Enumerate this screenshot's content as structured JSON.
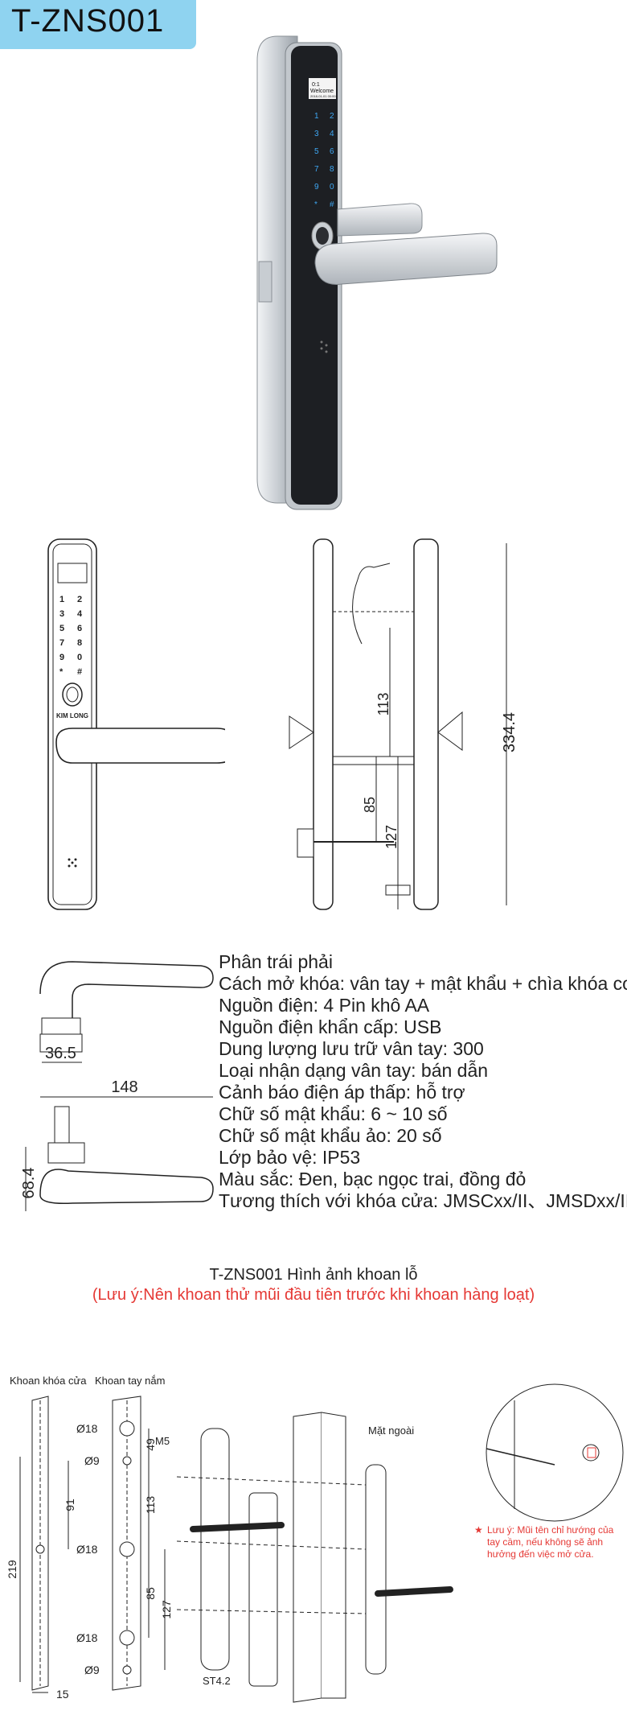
{
  "model_badge": "T-ZNS001",
  "lock_screen": {
    "line1": "0:1",
    "line2": "Welcome",
    "line3": "2018-01-01 00:00"
  },
  "keypad": [
    "1",
    "2",
    "3",
    "4",
    "5",
    "6",
    "7",
    "8",
    "9",
    "0",
    "*",
    "#"
  ],
  "brand_mark": "KIM LONG",
  "dimensions_side": {
    "d113": "113",
    "d85": "85",
    "d127": "127",
    "d334": "334.4"
  },
  "dimensions_handle": {
    "d36": "36.5",
    "d148": "148",
    "d68": "68.4"
  },
  "specs": [
    "Phân trái phải",
    "Cách mở khóa: vân tay + mật khẩu + chìa khóa cơ",
    "Nguồn điện: 4 Pin khô AA",
    "Nguồn điện khẩn cấp: USB",
    "Dung lượng lưu trữ vân tay: 300",
    "Loại nhận dạng vân tay: bán dẫn",
    "Cảnh báo điện áp thấp: hỗ trợ",
    "Chữ số mật khẩu: 6 ~ 10 số",
    "Chữ số mật khẩu ảo: 20 số",
    "Lớp bảo vệ: IP53",
    "Màu sắc: Đen, bạc ngọc trai, đồng đỏ",
    "Tương thích với khóa cửa: JMSCxx/II、JMSDxx/II"
  ],
  "drill": {
    "title": "T-ZNS001 Hình ảnh khoan lỗ",
    "note": "(Lưu ý:Nên khoan thử mũi đầu tiên trước khi khoan hàng loạt)",
    "label_lock": "Khoan khóa cửa",
    "label_handle": "Khoan tay nắm",
    "holes": [
      "Ø18",
      "Ø9",
      "Ø18",
      "Ø18",
      "Ø9"
    ],
    "dims": {
      "d49": "49",
      "d113": "113",
      "d91": "91",
      "d85": "85",
      "d127": "127",
      "d219": "219",
      "d15": "15"
    },
    "screws": {
      "m5": "M5",
      "st42": "ST4.2"
    },
    "outside": "Mặt ngoài",
    "warning_star": "★",
    "warning_lines": [
      "Lưu ý: Mũi tên chỉ hướng của",
      "tay cầm, nếu không sẽ ảnh",
      "hưởng đến việc mở cửa."
    ]
  }
}
